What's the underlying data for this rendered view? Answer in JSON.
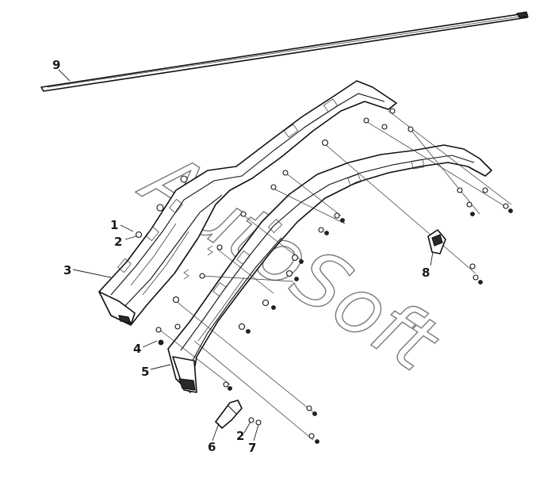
{
  "diagram": {
    "watermark": "AutoSoft",
    "callouts": [
      {
        "id": "c9",
        "label": "9"
      },
      {
        "id": "c1",
        "label": "1"
      },
      {
        "id": "c2a",
        "label": "2"
      },
      {
        "id": "c3",
        "label": "3"
      },
      {
        "id": "c8",
        "label": "8"
      },
      {
        "id": "c4",
        "label": "4"
      },
      {
        "id": "c5",
        "label": "5"
      },
      {
        "id": "c6",
        "label": "6"
      },
      {
        "id": "c2b",
        "label": "2"
      },
      {
        "id": "c7",
        "label": "7"
      }
    ]
  }
}
